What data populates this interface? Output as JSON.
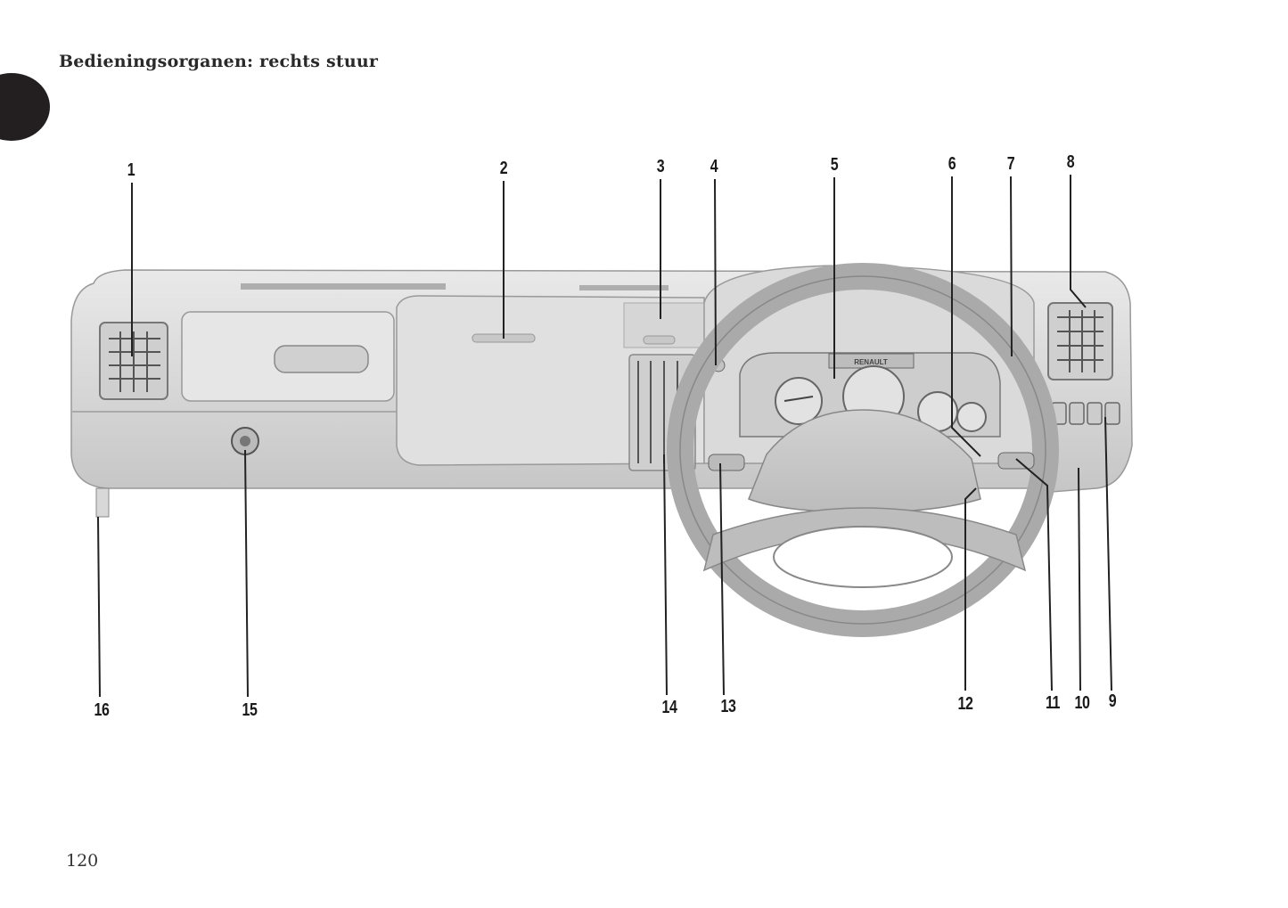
{
  "page": {
    "title": "Bedieningsorganen: rechts stuur",
    "page_number": "120"
  },
  "illustration": {
    "cluster_brand": "RENAULT",
    "callouts": [
      "1",
      "2",
      "3",
      "4",
      "5",
      "6",
      "7",
      "8",
      "9",
      "10",
      "11",
      "12",
      "13",
      "14",
      "15",
      "16"
    ]
  }
}
